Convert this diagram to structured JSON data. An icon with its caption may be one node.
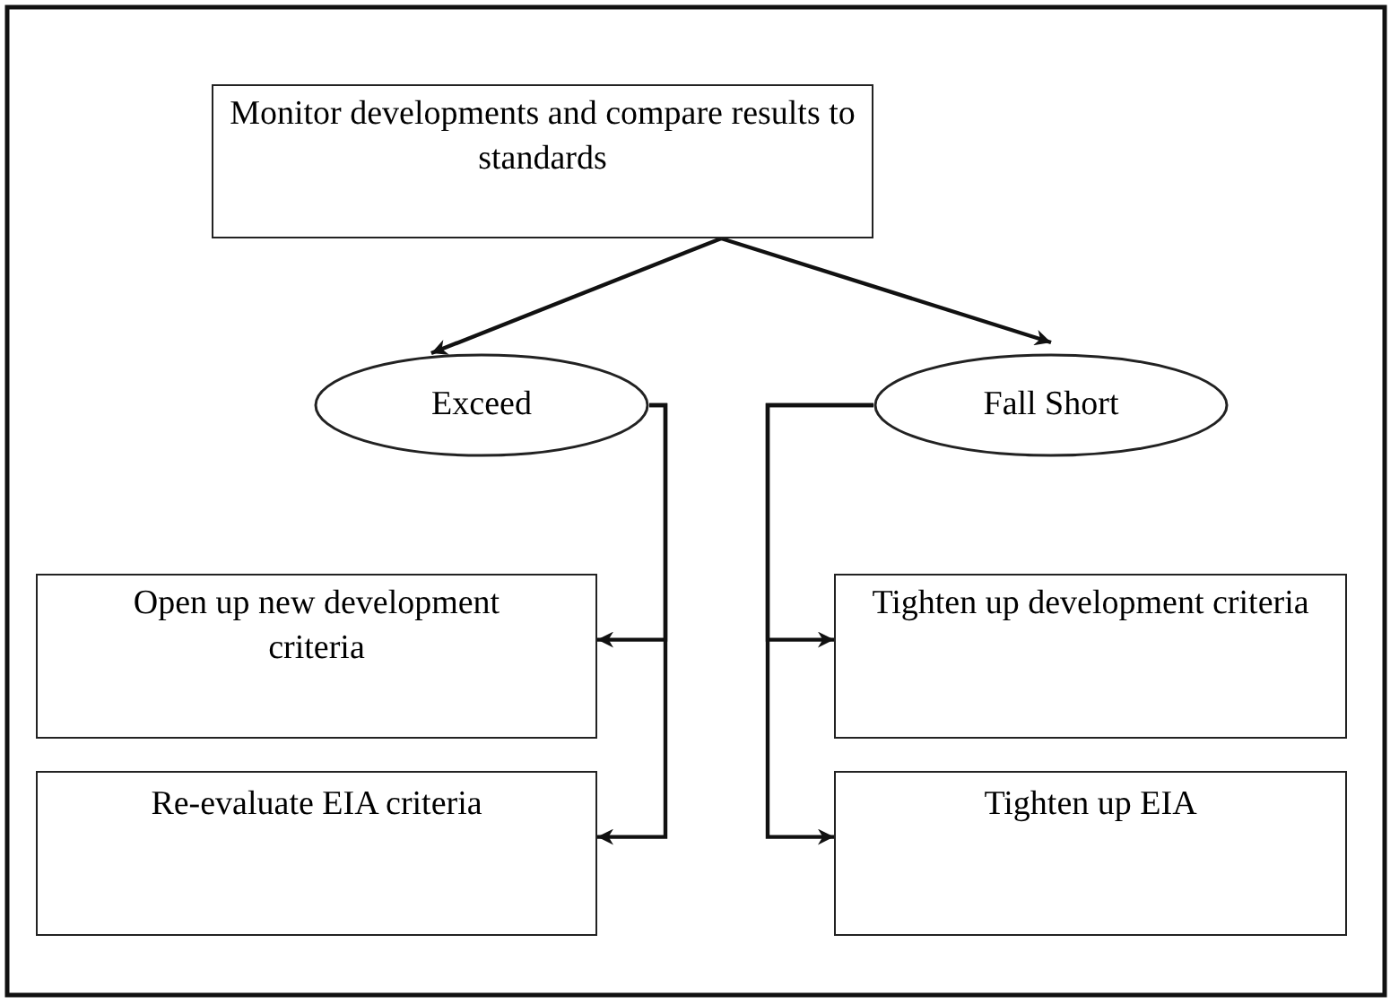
{
  "diagram": {
    "nodes": [
      {
        "text": [
          "Monitor developments and compare results to standards"
        ]
      },
      {
        "text": [
          "Exceed"
        ]
      },
      {
        "text": [
          "Fall Short"
        ]
      },
      {
        "text": [
          "Open up new development criteria"
        ]
      },
      {
        "text": [
          "Re-evaluate EIA criteria"
        ]
      },
      {
        "text": [
          "Tighten up development criteria"
        ]
      },
      {
        "text": [
          "Tighten up EIA"
        ]
      }
    ],
    "edges": [
      {
        "from": 0,
        "to": 1,
        "arrow": "to"
      },
      {
        "from": 0,
        "to": 2,
        "arrow": "to"
      },
      {
        "from": 1,
        "to": 3,
        "arrow": "to"
      },
      {
        "from": 1,
        "to": 4,
        "arrow": "to"
      },
      {
        "from": 2,
        "to": 5,
        "arrow": "to"
      },
      {
        "from": 2,
        "to": 6,
        "arrow": "to"
      }
    ]
  }
}
